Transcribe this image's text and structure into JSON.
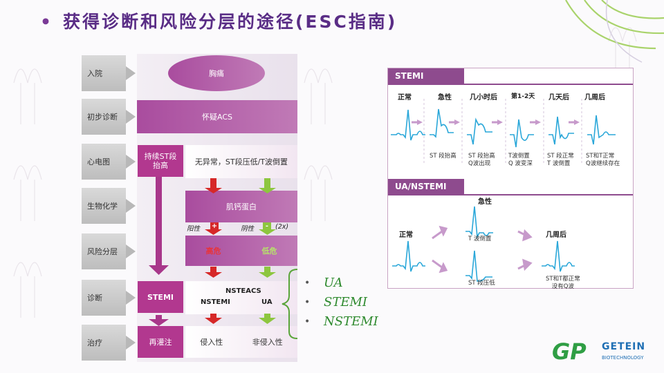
{
  "slide": {
    "title": "获得诊断和风险分层的途径(ESC指南)",
    "bullet_char": "•"
  },
  "flow": {
    "row_labels": [
      "入院",
      "初步诊断",
      "心电图",
      "生物化学",
      "风险分层",
      "诊断",
      "治疗"
    ],
    "chest_pain": "胸痛",
    "suspect_acs": "怀疑ACS",
    "persistent_st_line1": "持续ST段",
    "persistent_st_line2": "抬高",
    "ecg_normal": "无异常，ST段压低/T波倒置",
    "troponin": "肌钙蛋白",
    "positive": "阳性",
    "positive_mark": "+",
    "negative": "阴性",
    "negative_mark": "-",
    "twice": "(2x)",
    "high_risk": "高危",
    "low_risk": "低危",
    "stemi": "STEMI",
    "nsteacs": "NSTEACS",
    "nstemi": "NSTEMI",
    "ua": "UA",
    "reperfusion": "再灌注",
    "invasive": "侵入性",
    "non_invasive": "非侵入性"
  },
  "bullets": [
    "UA",
    "STEMI",
    "NSTEMI"
  ],
  "ecg": {
    "stemi_title": "STEMI",
    "stages": [
      "正常",
      "急性",
      "几小时后",
      "第1-2天",
      "几天后",
      "几周后"
    ],
    "captions": [
      "",
      "ST 段抬高",
      "ST 段抬高\nQ波出现",
      "T波倒置\nQ 波变深",
      "ST 段正常\nT 波倒置",
      "ST和T正常\nQ波继续存在"
    ],
    "ua_title": "UA/NSTEMI",
    "ua_normal": "正常",
    "ua_acute": "急性",
    "ua_weeks": "几周后",
    "ua_cap_t": "T 波倒置",
    "ua_cap_st": "ST 段压低",
    "ua_cap_weeks": "ST和T都正常\n没有Q波"
  },
  "logo": {
    "mark": "GP",
    "name": "GETEIN",
    "sub": "BIOTECHNOLOGY"
  },
  "colors": {
    "title": "#5a2d86",
    "magenta": "#b2388f",
    "high_risk": "#d62828",
    "low_risk": "#8dc63f",
    "ecg_line": "#2aa7d9",
    "arrow": "#c79acb",
    "logo_green": "#2f9e44",
    "logo_blue": "#1f6fb4"
  }
}
